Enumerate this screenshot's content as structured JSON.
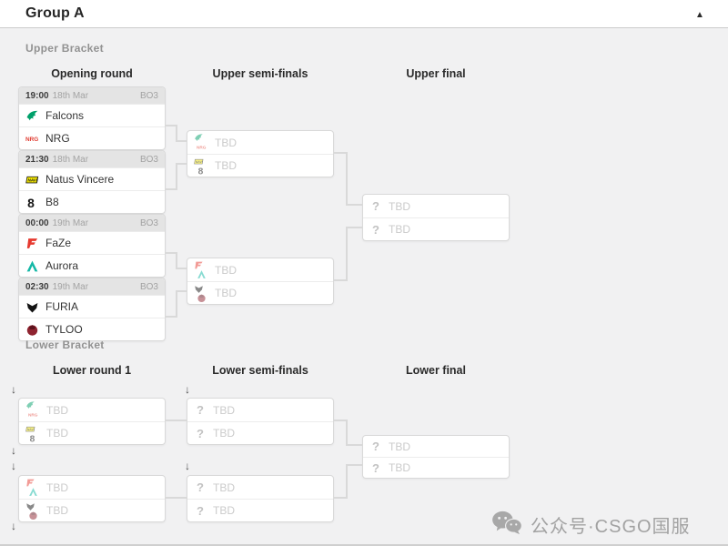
{
  "header": {
    "title": "Group A",
    "collapse_icon": "▲"
  },
  "upper": {
    "label": "Upper Bracket",
    "columns": [
      "Opening round",
      "Upper semi-finals",
      "Upper final"
    ],
    "matches": [
      {
        "time": "19:00",
        "date": "18th Mar",
        "format": "BO3",
        "team1": "Falcons",
        "team2": "NRG"
      },
      {
        "time": "21:30",
        "date": "18th Mar",
        "format": "BO3",
        "team1": "Natus Vincere",
        "team2": "B8"
      },
      {
        "time": "00:00",
        "date": "19th Mar",
        "format": "BO3",
        "team1": "FaZe",
        "team2": "Aurora"
      },
      {
        "time": "02:30",
        "date": "19th Mar",
        "format": "BO3",
        "team1": "FURIA",
        "team2": "TYLOO"
      }
    ],
    "semi1": {
      "team1": "TBD",
      "team2": "TBD"
    },
    "semi2": {
      "team1": "TBD",
      "team2": "TBD"
    },
    "final": {
      "team1": "TBD",
      "team2": "TBD"
    }
  },
  "lower": {
    "label": "Lower Bracket",
    "columns": [
      "Lower round 1",
      "Lower semi-finals",
      "Lower final"
    ],
    "round1_1": {
      "team1": "TBD",
      "team2": "TBD"
    },
    "round1_2": {
      "team1": "TBD",
      "team2": "TBD"
    },
    "semi1": {
      "team1": "TBD",
      "team2": "TBD"
    },
    "semi2": {
      "team1": "TBD",
      "team2": "TBD"
    },
    "final": {
      "team1": "TBD",
      "team2": "TBD"
    }
  },
  "watermark": {
    "text": "公众号·CSGO国服"
  },
  "colors": {
    "falcons": "#00a06a",
    "nrg": "#e03c31",
    "navi_bg": "#fff200",
    "b8": "#141414",
    "faze": "#e6392f",
    "aurora": "#14b8a6",
    "furia": "#141414",
    "tyloo": "#8f2430",
    "tbd_text": "#cbcbcb",
    "connector": "#d9d9d9",
    "header_bg": "#e4e4e4",
    "page_bg": "#f1f1f2"
  }
}
